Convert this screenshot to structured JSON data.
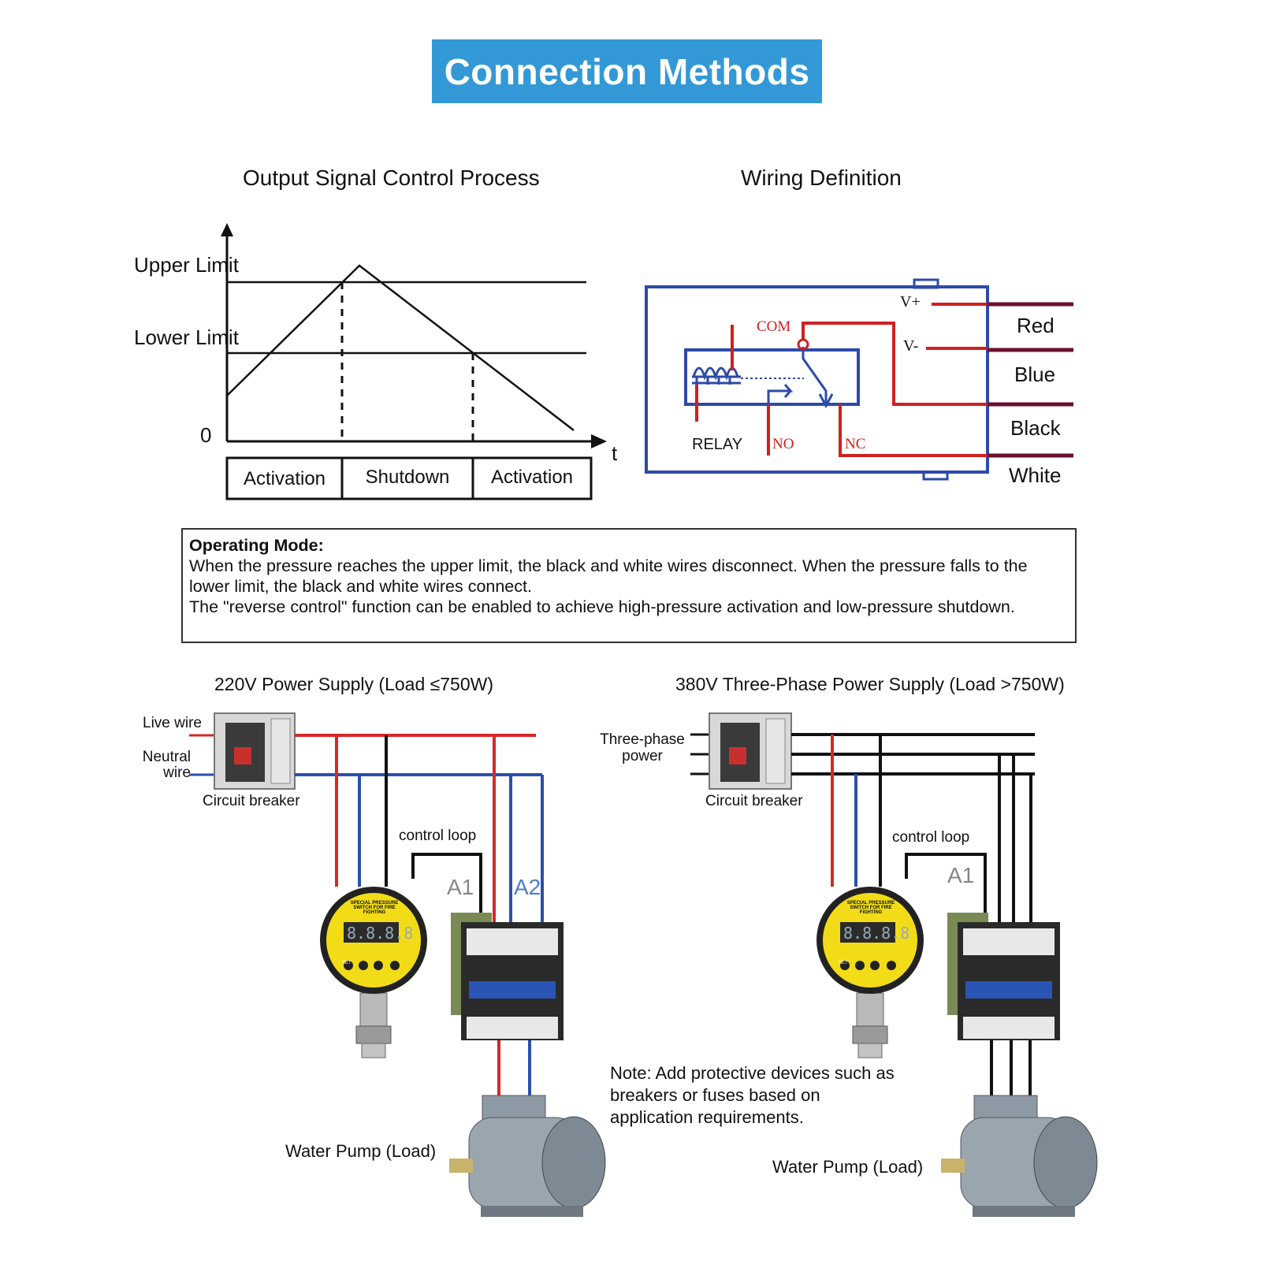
{
  "title": "Connection Methods",
  "output_signal": {
    "title": "Output Signal Control Process",
    "labels": {
      "upper_limit": "Upper Limit",
      "lower_limit": "Lower Limit",
      "zero": "0",
      "t_axis": "t"
    },
    "phases": [
      "Activation",
      "Shutdown",
      "Activation"
    ]
  },
  "wiring": {
    "title": "Wiring Definition",
    "terminals": {
      "v_plus": "V+",
      "v_minus": "V-",
      "com": "COM",
      "relay": "RELAY",
      "no": "NO",
      "nc": "NC"
    },
    "wires": [
      "Red",
      "Blue",
      "Black",
      "White"
    ],
    "colors": {
      "frame": "#2d4aa8",
      "red": "#d02020",
      "wire_dark": "#6b1030"
    }
  },
  "operating_mode": {
    "heading": "Operating Mode:",
    "line1": "When the pressure reaches the upper limit, the black and white wires disconnect. When the pressure falls to the lower limit, the black and white wires connect.",
    "line2": "The \"reverse control\" function can be enabled to achieve high-pressure activation and low-pressure shutdown."
  },
  "left_setup": {
    "title": "220V Power Supply (Load ≤750W)",
    "live_wire": "Live wire",
    "neutral_wire": "Neutral wire",
    "breaker": "Circuit breaker",
    "control_loop": "control loop",
    "a1": "A1",
    "a2": "A2",
    "load": "Water Pump (Load)"
  },
  "right_setup": {
    "title": "380V Three-Phase Power Supply (Load >750W)",
    "power": "Three-phase power",
    "breaker": "Circuit breaker",
    "control_loop": "control loop",
    "a1": "A1",
    "load": "Water Pump (Load)"
  },
  "note": "Note: Add protective devices such as breakers or fuses based on application requirements.",
  "gauge": {
    "header": "SPECIAL PRESSURE SWITCH FOR FIRE FIGHTING",
    "display": "8.8.8.8",
    "key_set": "SET"
  },
  "colors": {
    "accent": "#3399d6",
    "red_wire": "#d62828",
    "blue_wire": "#2a4fb0",
    "black_wire": "#111111",
    "gauge_yellow": "#f2dc18"
  }
}
